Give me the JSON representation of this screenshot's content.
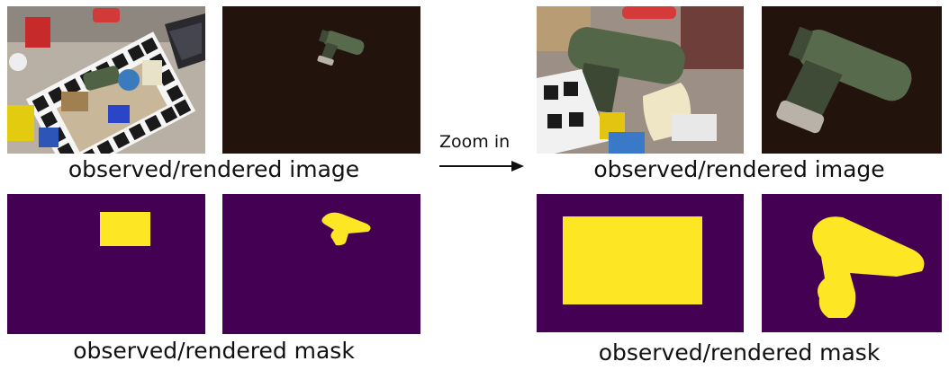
{
  "captions": {
    "left_images": "observed/rendered image",
    "left_masks": "observed/rendered mask",
    "right_images": "observed/rendered image",
    "right_masks": "observed/rendered mask"
  },
  "zoom_label": "Zoom in",
  "colors": {
    "mask_background": "#440154",
    "mask_foreground": "#fde725",
    "render_background": "#22140d",
    "drill_body": "#586a4c",
    "drill_handle": "#3f4a37"
  }
}
